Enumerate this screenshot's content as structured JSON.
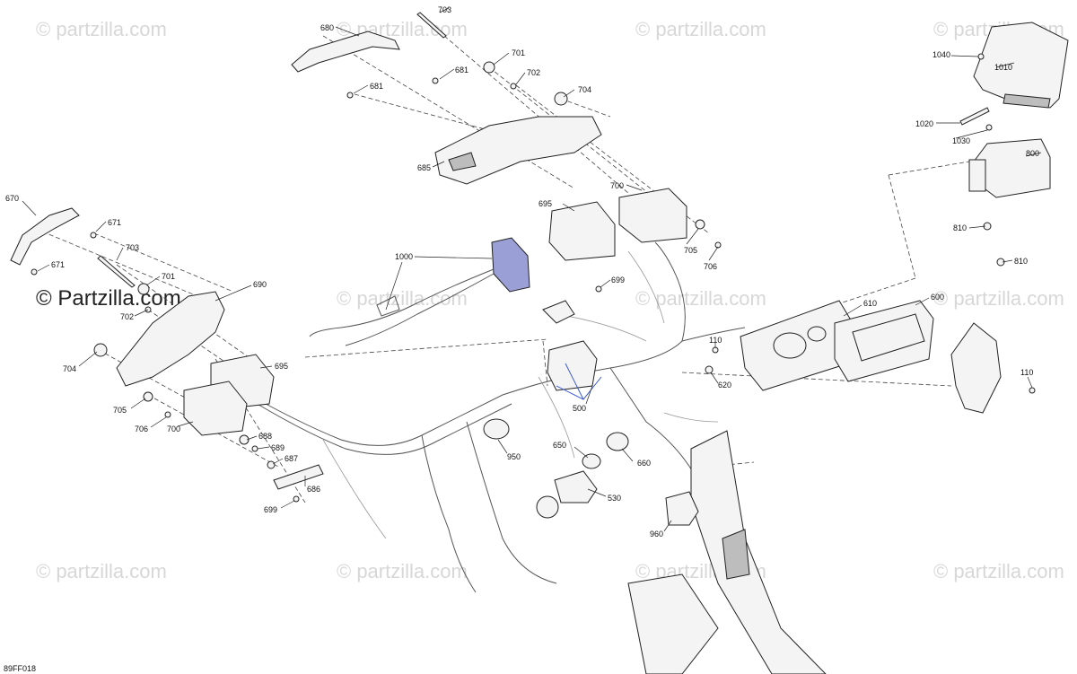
{
  "watermark": {
    "text": "© Partzilla.com",
    "text_lower": "© partzilla.com"
  },
  "figure_ref": "89FF018",
  "callouts": {
    "c600": "600",
    "c610": "610",
    "c620": "620",
    "c650": "650",
    "c660": "660",
    "c670": "670",
    "c671a": "671",
    "c671b": "671",
    "c680": "680",
    "c681a": "681",
    "c681b": "681",
    "c685": "685",
    "c686": "686",
    "c687": "687",
    "c688": "688",
    "c689": "689",
    "c690": "690",
    "c695a": "695",
    "c695b": "695",
    "c699a": "699",
    "c699b": "699",
    "c700a": "700",
    "c700b": "700",
    "c701a": "701",
    "c701b": "701",
    "c702a": "702",
    "c702b": "702",
    "c703a": "703",
    "c703b": "703",
    "c704a": "704",
    "c704b": "704",
    "c705a": "705",
    "c705b": "705",
    "c706a": "706",
    "c706b": "706",
    "c110a": "110",
    "c110b": "110",
    "c500": "500",
    "c530": "530",
    "c800": "800",
    "c810a": "810",
    "c810b": "810",
    "c950": "950",
    "c960": "960",
    "c1000": "1000",
    "c1010": "1010",
    "c1020": "1020",
    "c1030": "1030",
    "c1040": "1040"
  }
}
